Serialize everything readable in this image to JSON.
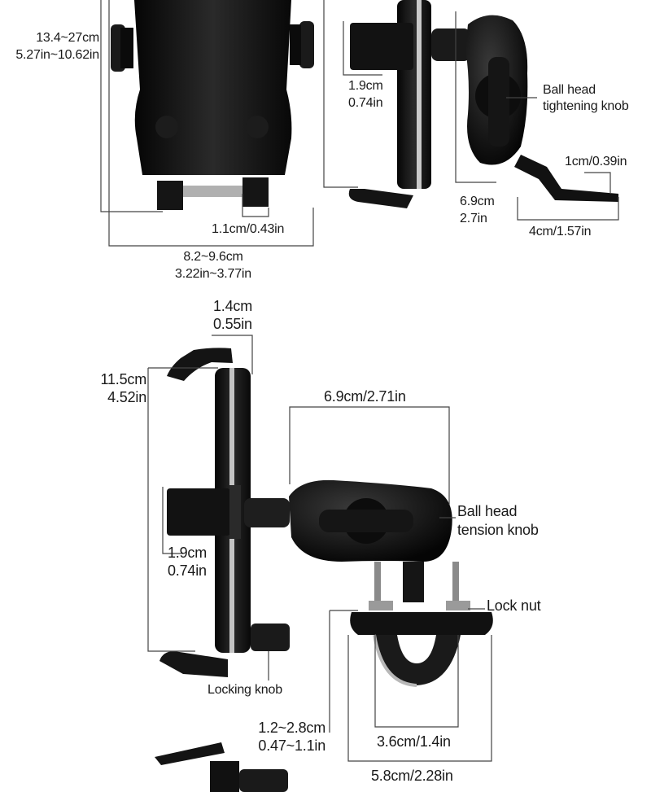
{
  "top": {
    "holder_width_range": {
      "cm": "13.4~27cm",
      "in": "5.27in~10.62in"
    },
    "foot_width": "1.1cm/0.43in",
    "body_width_range": {
      "cm": "8.2~9.6cm",
      "in": "3.22in~3.77in"
    },
    "clamp_depth": {
      "cm": "1.9cm",
      "in": "0.74in"
    },
    "ball_knob": {
      "line1": "Ball head",
      "line2": "tightening knob"
    },
    "arm_tip": "1cm/0.39in",
    "arm_height": {
      "cm": "6.9cm",
      "in": "2.7in"
    },
    "arm_length": "4cm/1.57in"
  },
  "bottom": {
    "hook_depth": {
      "cm": "1.4cm",
      "in": "0.55in"
    },
    "height": {
      "cm": "11.5cm",
      "in": "4.52in"
    },
    "arm_span": "6.9cm/2.71in",
    "tension_knob": {
      "line1": "Ball head",
      "line2": "tension knob"
    },
    "clamp_depth": {
      "cm": "1.9cm",
      "in": "0.74in"
    },
    "lock_nut": "Lock nut",
    "locking_knob": "Locking knob",
    "bar_range": {
      "cm": "1.2~2.8cm",
      "in": "0.47~1.1in"
    },
    "inner_width": "3.6cm/1.4in",
    "outer_width": "5.8cm/2.28in"
  },
  "colors": {
    "product": "#111111",
    "line": "#444444",
    "metal": "#b8b8b8"
  }
}
